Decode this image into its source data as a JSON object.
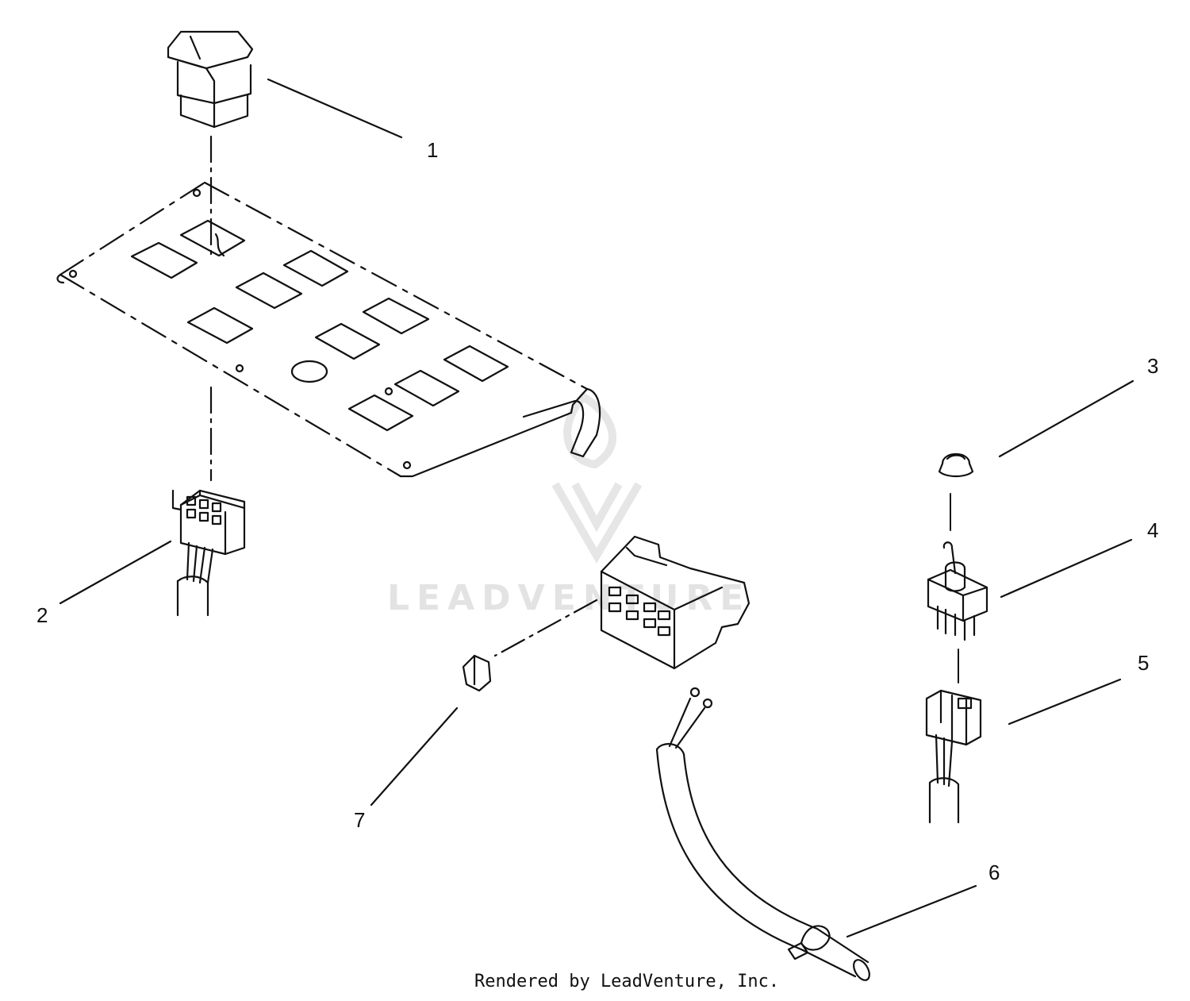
{
  "diagram": {
    "callouts": [
      {
        "id": "1",
        "label": "1"
      },
      {
        "id": "2",
        "label": "2"
      },
      {
        "id": "3",
        "label": "3"
      },
      {
        "id": "4",
        "label": "4"
      },
      {
        "id": "5",
        "label": "5"
      },
      {
        "id": "6",
        "label": "6"
      },
      {
        "id": "7",
        "label": "7"
      }
    ],
    "watermark_text": "LEADVENTURE",
    "credit": "Rendered by LeadVenture, Inc."
  },
  "colors": {
    "line": "#111111",
    "watermark": "#e3e3e3",
    "background": "#ffffff"
  }
}
